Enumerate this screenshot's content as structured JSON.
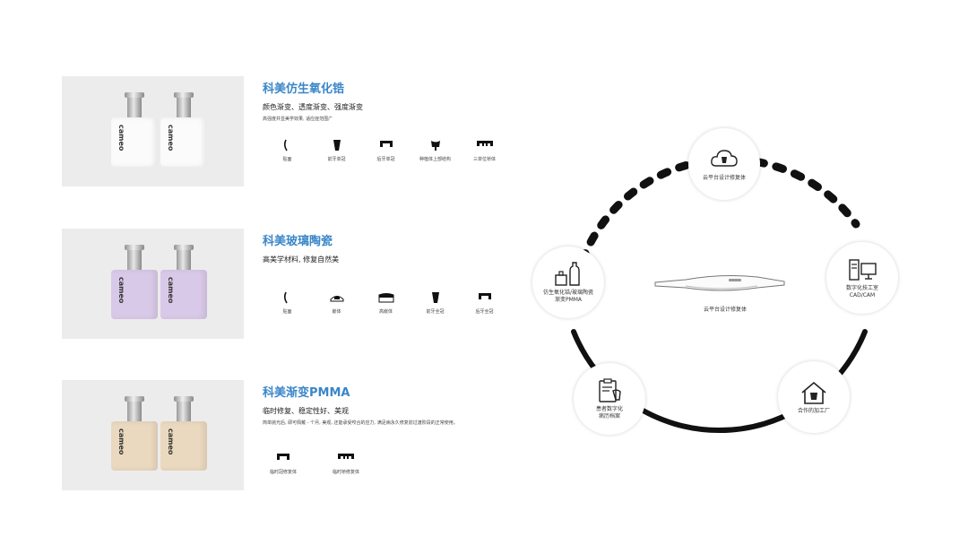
{
  "products": [
    {
      "title": "科美仿生氧化锆",
      "subtitle": "颜色渐变、透度渐变、强度渐变",
      "desc": "高强度并显美学效果, 适应症范围广",
      "block_color": "#ffffff",
      "block_text": [
        "cameo",
        "cameo"
      ],
      "icons": [
        {
          "name": "veneer-icon",
          "label": "贴面"
        },
        {
          "name": "anterior-crown-icon",
          "label": "前牙单冠"
        },
        {
          "name": "posterior-crown-icon",
          "label": "后牙单冠"
        },
        {
          "name": "implant-superstructure-icon",
          "label": "种植体上部结构"
        },
        {
          "name": "three-unit-bridge-icon",
          "label": "三单位桥体"
        }
      ]
    },
    {
      "title": "科美玻璃陶瓷",
      "subtitle": "高美学材料, 修复自然美",
      "desc": "",
      "block_color": "#d8c8e6",
      "block_text": [
        "cameo",
        "cameo"
      ],
      "icons": [
        {
          "name": "veneer-icon",
          "label": "贴面"
        },
        {
          "name": "inlay-icon",
          "label": "嵌体"
        },
        {
          "name": "onlay-icon",
          "label": "高嵌体"
        },
        {
          "name": "anterior-full-crown-icon",
          "label": "前牙全冠"
        },
        {
          "name": "posterior-full-crown-icon",
          "label": "后牙全冠"
        }
      ]
    },
    {
      "title": "科美渐变PMMA",
      "subtitle": "临时修复、稳定性好、美观",
      "desc": "简单抛光后, 即可佩戴 - 个月, 美观, 还能承受咬合的应力, 满足病永久修复前过渡阶段的正常使用。",
      "block_color": "#e8d6bc",
      "block_text": [
        "cameo",
        "cameo"
      ],
      "icons": [
        {
          "name": "temporary-crown-icon",
          "label": "临时冠修复体"
        },
        {
          "name": "temporary-bridge-icon",
          "label": "临时桥修复体"
        }
      ]
    }
  ],
  "cycle": {
    "center_label": "云平台设计修复体",
    "nodes": [
      {
        "name": "cloud-node",
        "label": "云平台设计修复体"
      },
      {
        "name": "cadcam-node",
        "label": "数字化技工室\nCAD/CAM"
      },
      {
        "name": "factory-node",
        "label": "合作的加工厂"
      },
      {
        "name": "records-node",
        "label": "患者数字化\n病历档案"
      },
      {
        "name": "materials-node",
        "label": "仿生氧化锆/玻璃陶瓷\n渐变PMMA"
      }
    ],
    "stroke_color": "#111111"
  }
}
